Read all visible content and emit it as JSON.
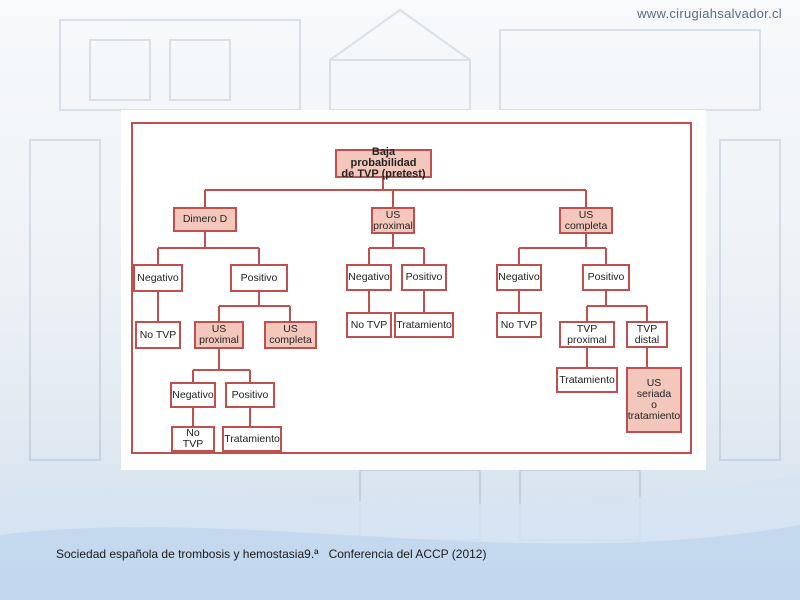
{
  "header": {
    "site_url": "www.cirugiahsalvador.cl"
  },
  "colors": {
    "border": "#c0504d",
    "fill": "#f4c7bd",
    "line": "#c0504d"
  },
  "diagram": {
    "root": "Baja probabilidad\nde TVP (pretest)",
    "branch_dimero": {
      "title": "Dimero D",
      "negativo": "Negativo",
      "positivo": "Positivo",
      "no_tvp": "No TVP",
      "us_proximal": "US\nproximal",
      "us_completa": "US\ncompleta",
      "sub_negativo": "Negativo",
      "sub_positivo": "Positivo",
      "sub_no_tvp": "No TVP",
      "sub_tratamiento": "Tratamiento"
    },
    "branch_us_proximal": {
      "title": "US\nproximal",
      "negativo": "Negativo",
      "positivo": "Positivo",
      "no_tvp": "No TVP",
      "tratamiento": "Tratamiento"
    },
    "branch_us_completa": {
      "title": "US\ncompleta",
      "negativo": "Negativo",
      "positivo": "Positivo",
      "no_tvp": "No TVP",
      "tvp_proximal": "TVP\nproximal",
      "tvp_distal": "TVP\ndistal",
      "tratamiento": "Tratamiento",
      "us_seriada": "US\nseriada\no\ntratamiento"
    }
  },
  "footer": {
    "caption": "Sociedad española de trombosis y hemostasia9.ª   Conferencia del ACCP (2012)"
  }
}
